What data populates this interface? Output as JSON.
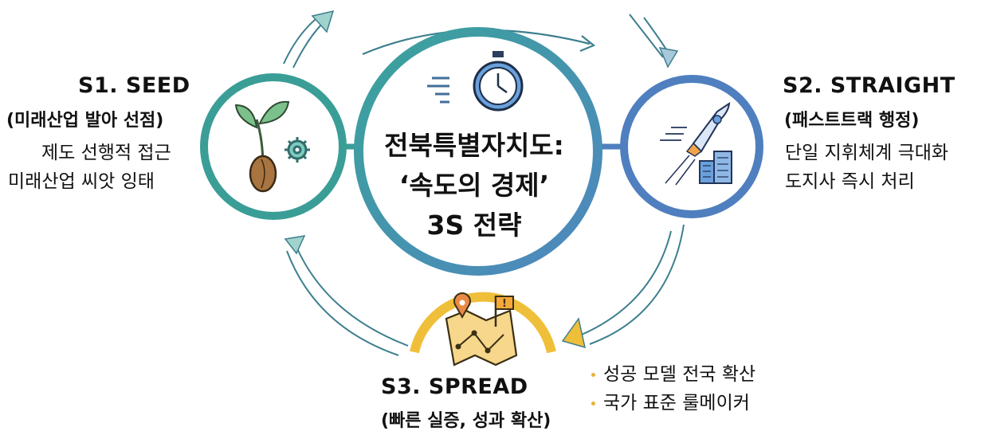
{
  "center": {
    "line1": "전북특별자치도:",
    "line2": "‘속도의 경제’",
    "line3": "3S 전략"
  },
  "seed": {
    "title": "S1. SEED",
    "subtitle": "(미래산업 발아 선점)",
    "desc1": "제도 선행적 접근",
    "desc2": "미래산업 씨앗 잉태",
    "color": "#3a9e97",
    "icons": [
      "sprout-seed-icon",
      "gear-icon"
    ]
  },
  "straight": {
    "title": "S2. STRAIGHT",
    "subtitle": "(패스트트랙 행정)",
    "desc1": "단일 지휘체계 극대화",
    "desc2": "도지사 즉시 처리",
    "color": "#4f7fbf",
    "icons": [
      "rocket-icon",
      "building-icon"
    ]
  },
  "spread": {
    "title": "S3. SPREAD",
    "subtitle": "(빠른 실증, 성과 확산)",
    "bullet1": "성공 모델 전국 확산",
    "bullet2": "국가 표준 룰메이커",
    "color": "#f0bf3a",
    "icons": [
      "map-route-icon",
      "flag-icon",
      "location-pin-icon"
    ]
  },
  "center_icon": "stopwatch-icon",
  "center_ring_color": "#4aa6a6"
}
